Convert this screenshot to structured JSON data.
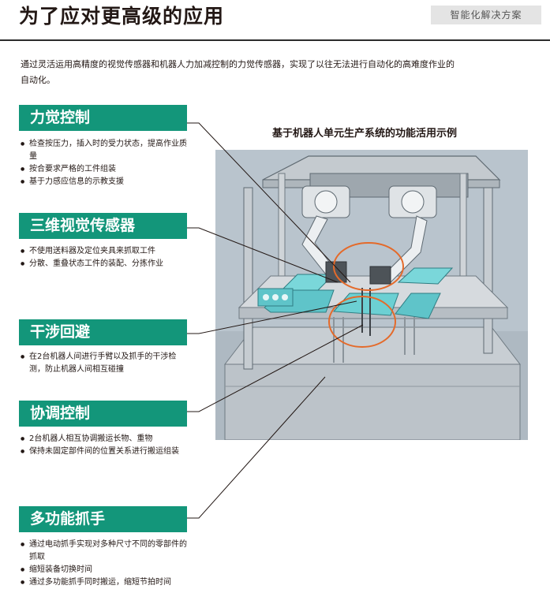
{
  "header": {
    "title": "为了应对更高级的应用",
    "badge": "智能化解决方案"
  },
  "intro": "通过灵活运用高精度的视觉传感器和机器人力加减控制的力觉传感器，实现了以往无法进行自动化的高难度作业的自动化。",
  "figure": {
    "title": "基于机器人单元生产系统的功能活用示例"
  },
  "sections": [
    {
      "title": "力觉控制",
      "bullets": [
        "检查按压力，插入时的受力状态，提高作业质量",
        "按合要求严格的工件组装",
        "基于力感应信息的示教支援"
      ]
    },
    {
      "title": "三维视觉传感器",
      "bullets": [
        "不使用送料器及定位夹具来抓取工件",
        "分散、重叠状态工件的装配、分拣作业"
      ]
    },
    {
      "title": "干涉回避",
      "bullets": [
        "在2台机器人间进行手臂以及抓手的干涉检测，防止机器人间相互碰撞"
      ]
    },
    {
      "title": "协调控制",
      "bullets": [
        "2台机器人相互协调搬运长物、重物",
        "保持未固定部件间的位置关系进行搬运组装"
      ]
    },
    {
      "title": "多功能抓手",
      "bullets": [
        "通过电动抓手实现对多种尺寸不同的零部件的抓取",
        "缩短装备切换时间",
        "通过多功能抓手同时搬运，缩短节拍时间"
      ]
    }
  ],
  "colors": {
    "accent": "#13967a",
    "highlight_circle": "#e46a2a",
    "text": "#231815"
  }
}
